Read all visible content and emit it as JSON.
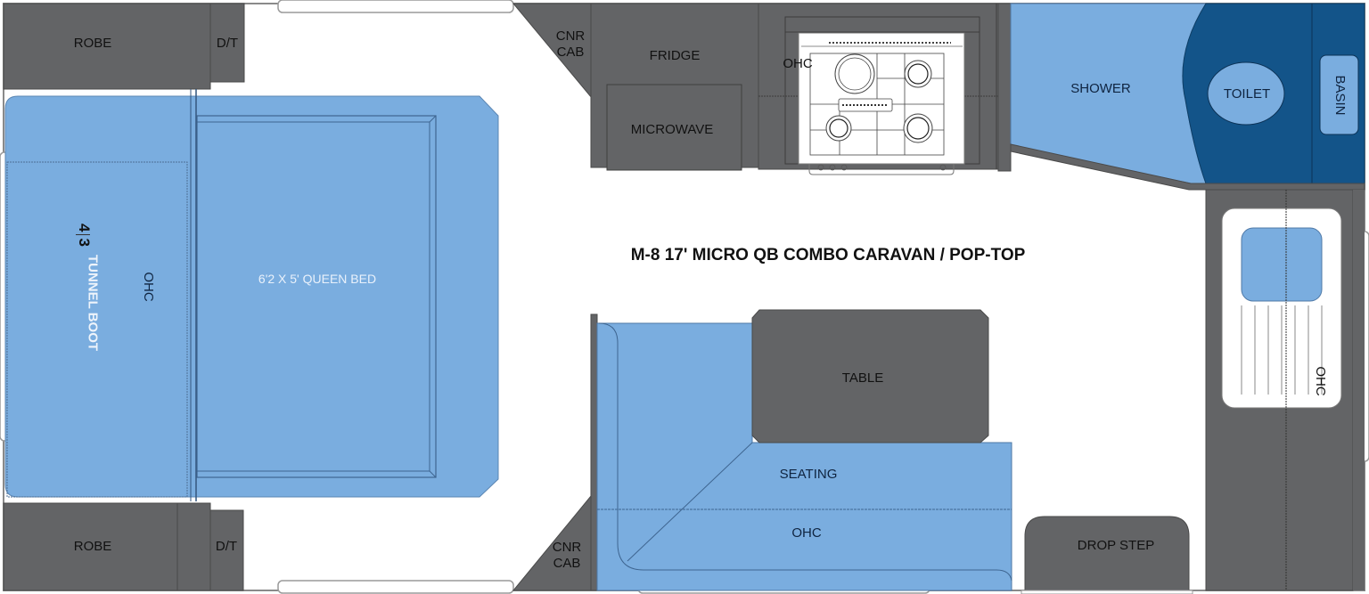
{
  "plan": {
    "title": "M-8 17' MICRO QB COMBO CARAVAN / POP-TOP",
    "colors": {
      "cabinet": "#636466",
      "cushion_blue": "#7aaddf",
      "ensuite_navy": "#135489",
      "wall": "#8a8a8a",
      "floor": "#ffffff"
    },
    "rooms": {
      "robe_top": "ROBE",
      "dt_top": "D/T",
      "robe_bottom": "ROBE",
      "dt_bottom": "D/T",
      "tunnel_boot_fraction_num": "3",
      "tunnel_boot_fraction_den": "4",
      "tunnel_boot": "TUNNEL BOOT",
      "ohc_bed_head": "OHC",
      "queen_bed": "6'2 X 5' QUEEN BED",
      "cnr_cab_top": "CNR\nCAB",
      "cnr_cab_top_line1": "CNR",
      "cnr_cab_top_line2": "CAB",
      "fridge": "FRIDGE",
      "microwave": "MICROWAVE",
      "ohc_kitchen": "OHC",
      "shower": "SHOWER",
      "toilet": "TOILET",
      "basin": "BASIN",
      "ohc_sink": "OHC",
      "table": "TABLE",
      "seating": "SEATING",
      "ohc_dinette": "OHC",
      "cnr_cab_bottom_line1": "CNR",
      "cnr_cab_bottom_line2": "CAB",
      "drop_step": "DROP STEP"
    }
  }
}
